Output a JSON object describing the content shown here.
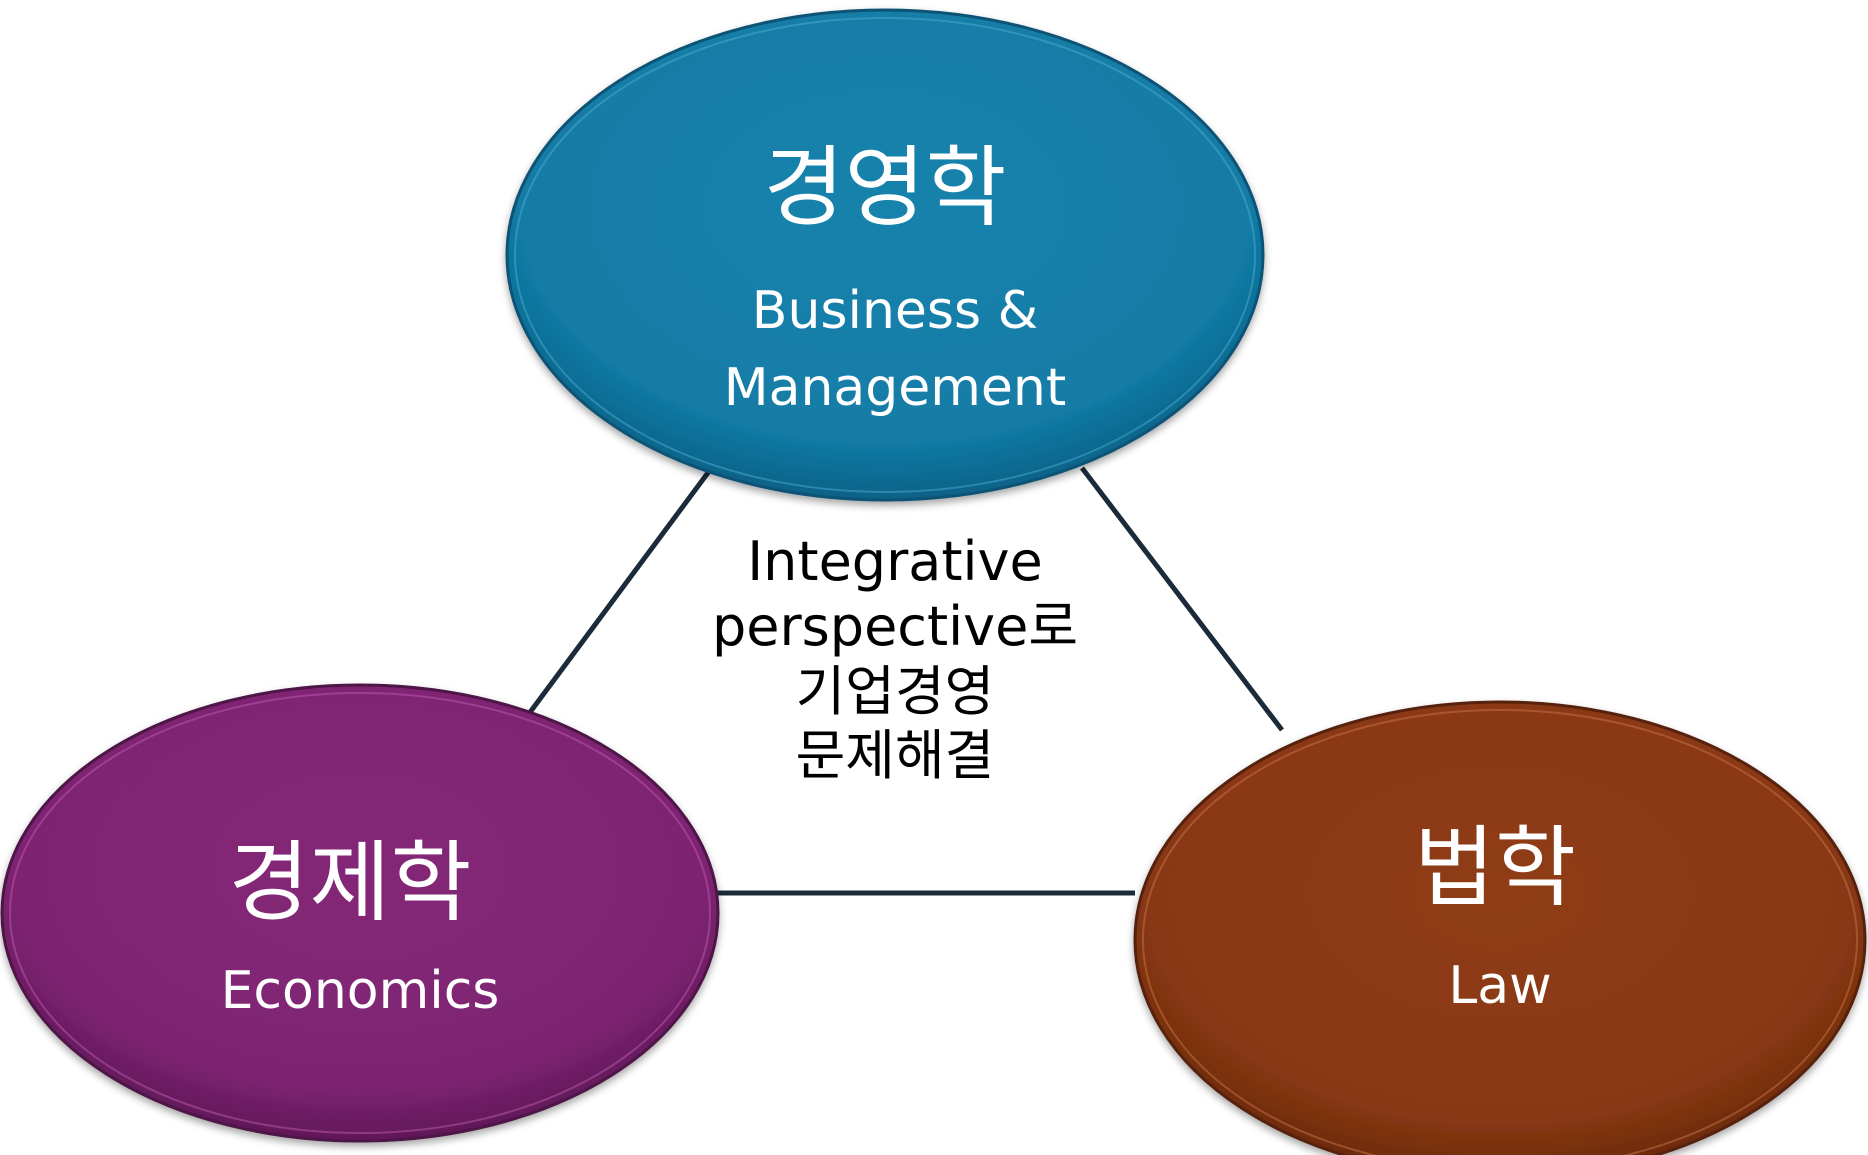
{
  "nodes": {
    "business": {
      "korean": "경영학",
      "english_line1": "Business &",
      "english_line2": "Management",
      "color": "#1380aa"
    },
    "economics": {
      "korean": "경제학",
      "english": "Economics",
      "color": "#7f2573"
    },
    "law": {
      "korean": "법학",
      "english": "Law",
      "color": "#8b3a14"
    }
  },
  "center": {
    "line1": "Integrative",
    "line2": "perspective로",
    "line3": "기업경영",
    "line4": "문제해결"
  },
  "connector_color": "#1c2b3a"
}
